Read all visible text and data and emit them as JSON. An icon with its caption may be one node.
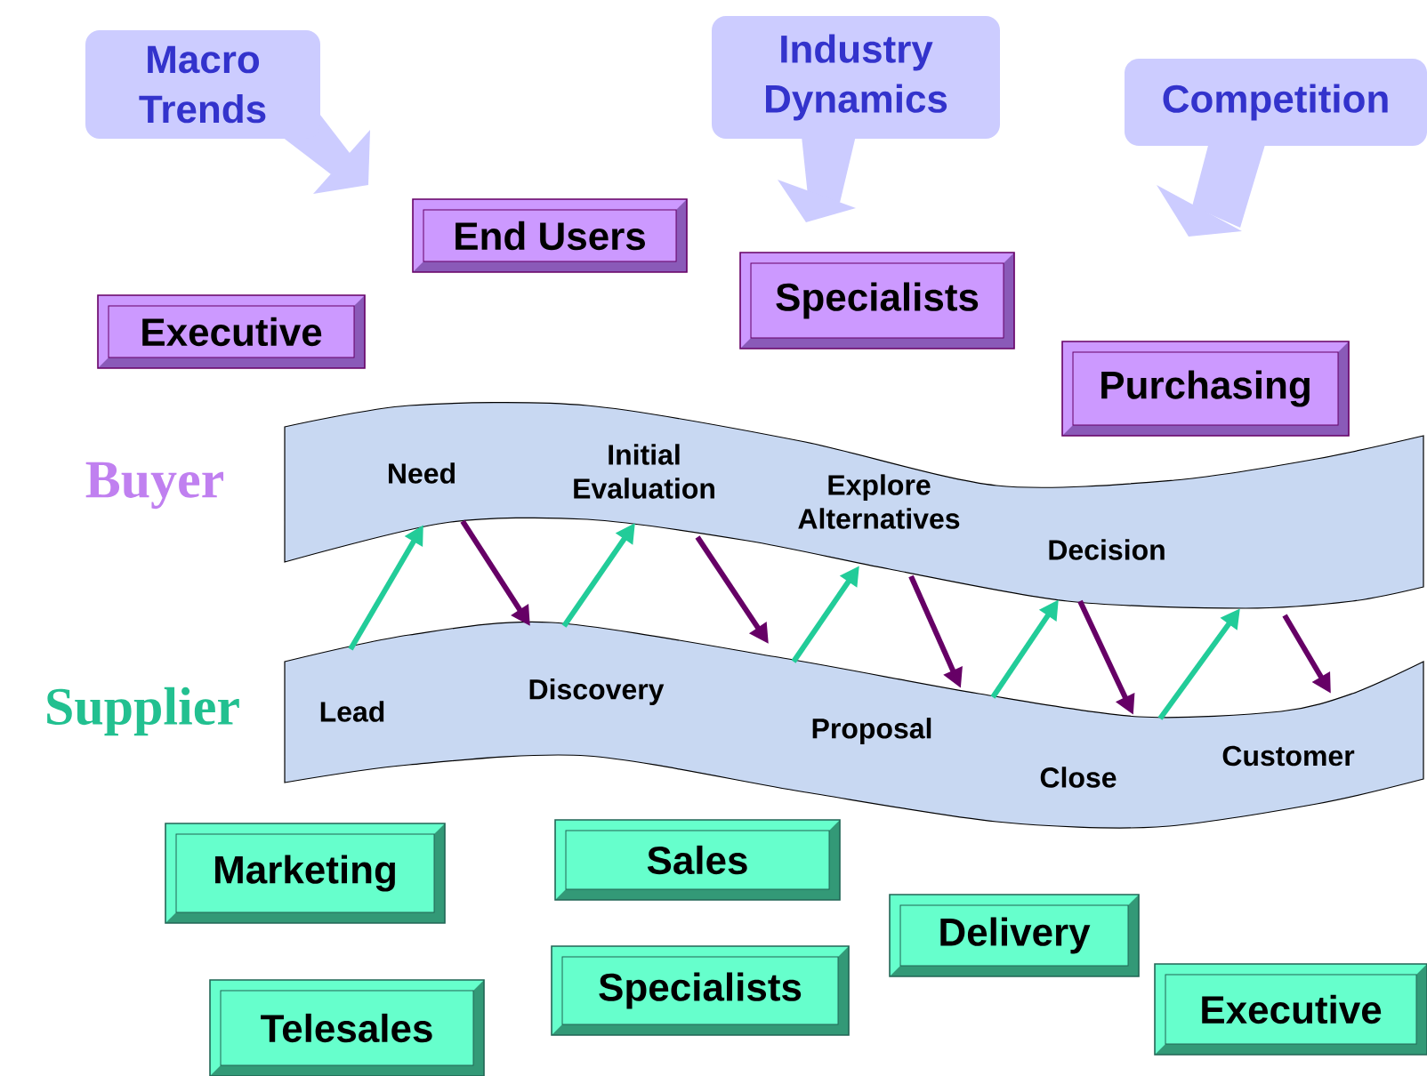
{
  "diagram": {
    "nodes": [
      {
        "text": [
          "Macro Trends"
        ]
      },
      {
        "text": [
          "Industry Dynamics"
        ]
      },
      {
        "text": [
          "Competition"
        ]
      },
      {
        "text": [
          "End Users"
        ]
      },
      {
        "text": [
          "Specialists"
        ]
      },
      {
        "text": [
          "Executive"
        ]
      },
      {
        "text": [
          "Purchasing"
        ]
      },
      {
        "text": [
          "Need",
          "Initial Evaluation",
          "Explore Alternatives",
          "Decision"
        ],
        "beside": [
          "Buyer"
        ]
      },
      {
        "text": [
          "Lead",
          "Discovery",
          "Proposal",
          "Close",
          "Customer"
        ],
        "beside": [
          "Supplier"
        ]
      },
      {
        "text": [
          "Marketing"
        ]
      },
      {
        "text": [
          "Sales"
        ]
      },
      {
        "text": [
          "Delivery"
        ]
      },
      {
        "text": [
          "Telesales"
        ]
      },
      {
        "text": [
          "Specialists"
        ]
      },
      {
        "text": [
          "Executive"
        ]
      }
    ],
    "edges": [
      {
        "from": 8,
        "to": 7,
        "arrow": "to",
        "color": "#22cc99"
      },
      {
        "from": 7,
        "to": 8,
        "arrow": "to",
        "color": "#660066"
      },
      {
        "from": 8,
        "to": 7,
        "arrow": "to",
        "color": "#22cc99"
      },
      {
        "from": 7,
        "to": 8,
        "arrow": "to",
        "color": "#660066"
      },
      {
        "from": 8,
        "to": 7,
        "arrow": "to",
        "color": "#22cc99"
      },
      {
        "from": 7,
        "to": 8,
        "arrow": "to",
        "color": "#660066"
      },
      {
        "from": 8,
        "to": 7,
        "arrow": "to",
        "color": "#22cc99"
      },
      {
        "from": 7,
        "to": 8,
        "arrow": "to",
        "color": "#660066"
      },
      {
        "from": 8,
        "to": 7,
        "arrow": "to",
        "color": "#22cc99"
      },
      {
        "from": 7,
        "to": 8,
        "arrow": "to",
        "color": "#660066"
      }
    ]
  }
}
